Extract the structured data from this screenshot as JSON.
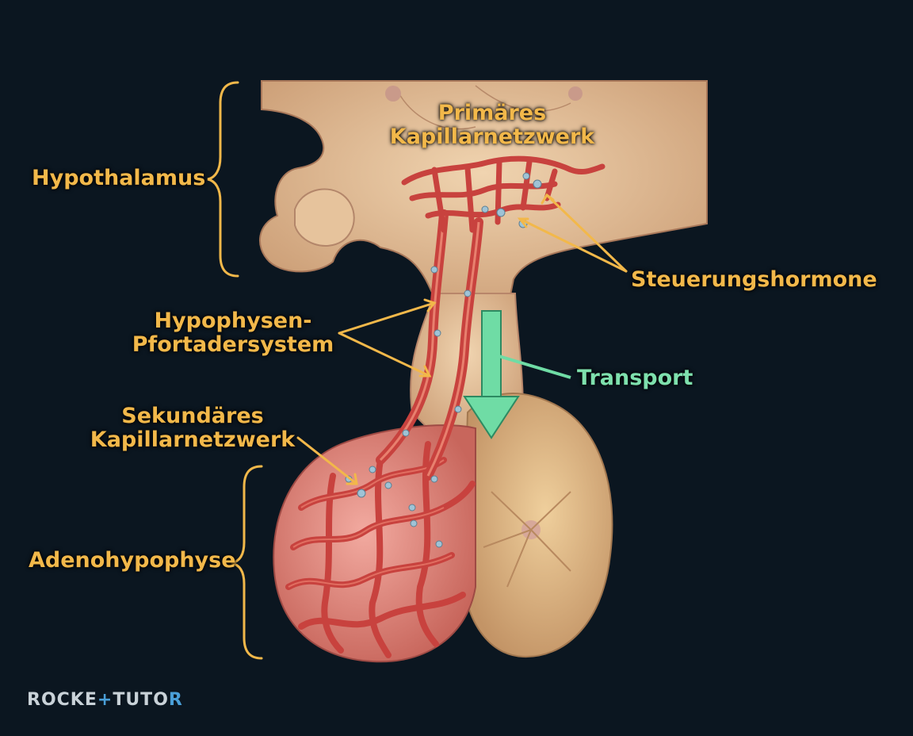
{
  "labels": {
    "hypothalamus": "Hypothalamus",
    "primary_network_line1": "Primäres",
    "primary_network_line2": "Kapillarnetzwerk",
    "control_hormones": "Steuerungshormone",
    "portal_system_line1": "Hypophysen-",
    "portal_system_line2": "Pfortadersystem",
    "transport": "Transport",
    "secondary_network_line1": "Sekundäres",
    "secondary_network_line2": "Kapillarnetzwerk",
    "adenohypophysis": "Adenohypophyse"
  },
  "branding": {
    "part1": "ROCKE",
    "plus": "+",
    "part2": "TUTO",
    "part3": "R"
  },
  "colors": {
    "background": "#0b1620",
    "label": "#f2b84a",
    "transport_arrow": "#6fdca5",
    "vessel": "#c8423e",
    "tissue": "#e2bf96"
  }
}
